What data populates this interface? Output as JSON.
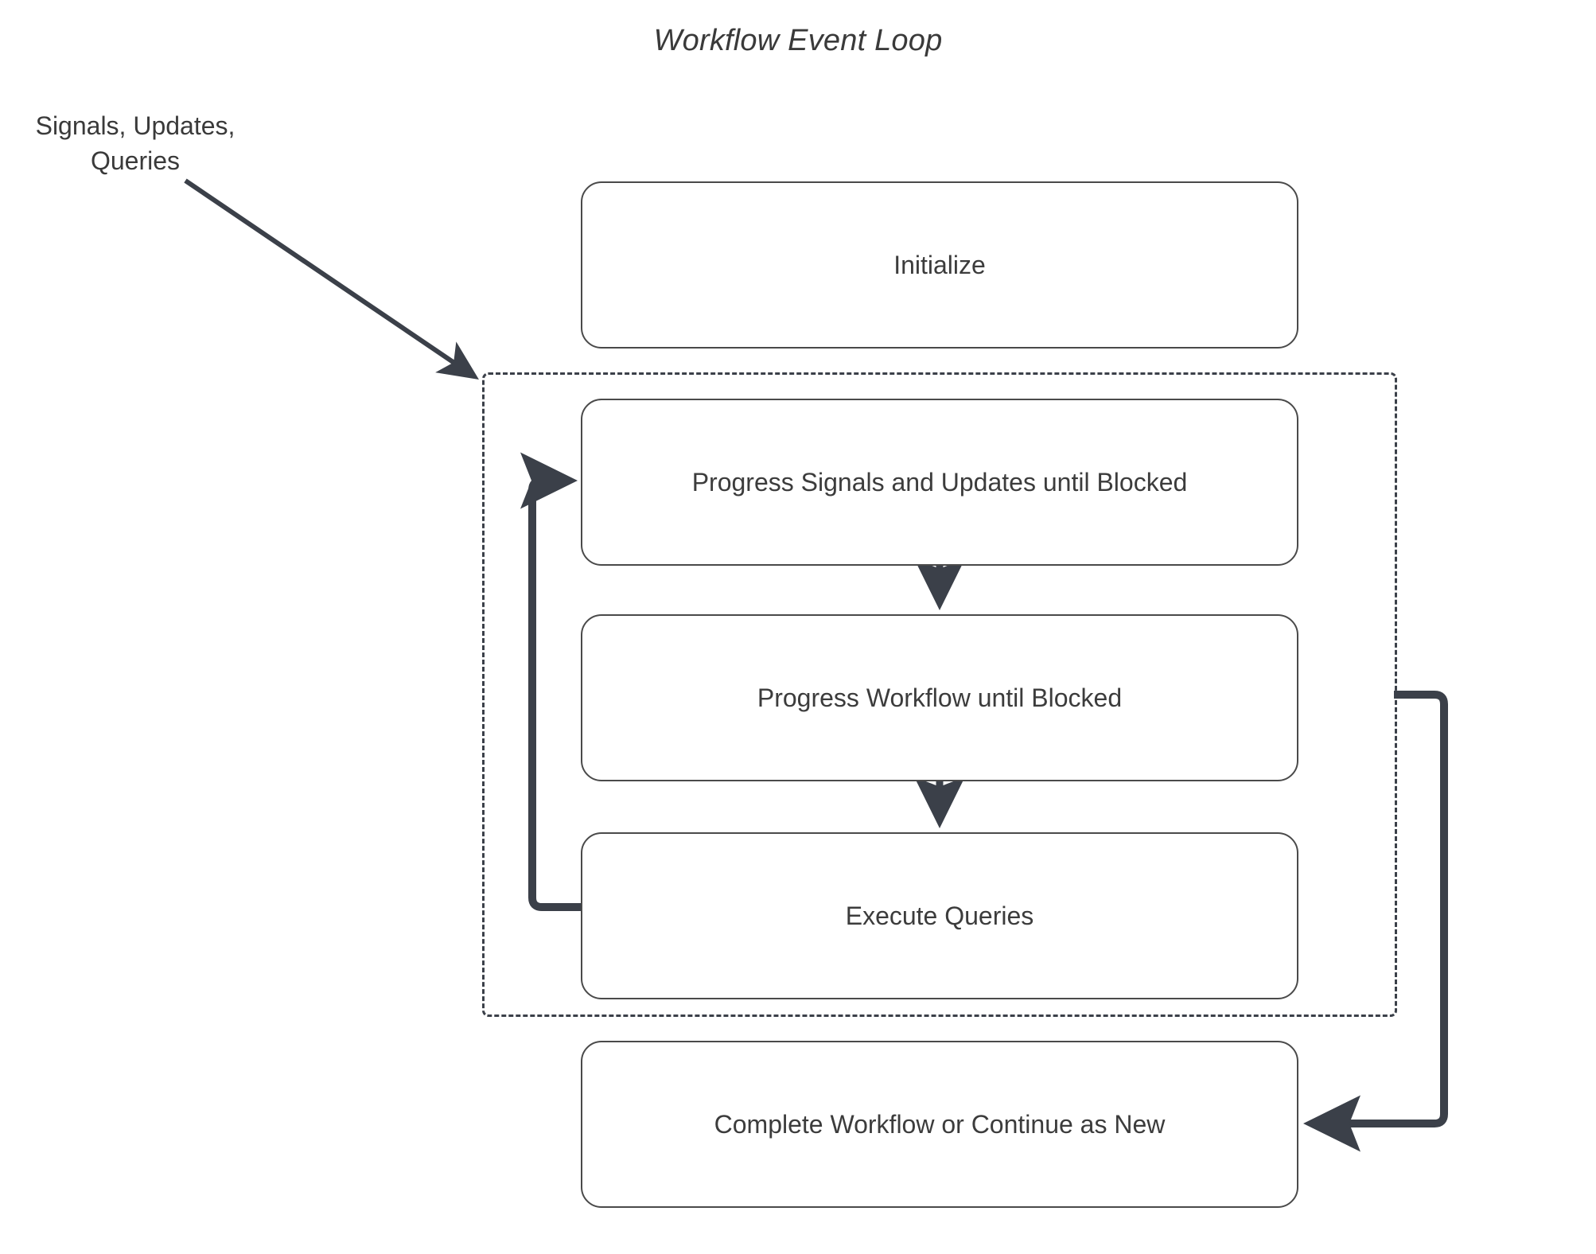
{
  "diagram": {
    "title": "Workflow Event Loop",
    "type": "flowchart",
    "external_input_label": "Signals, Updates,\nQueries",
    "external_input_line1": "Signals, Updates,",
    "external_input_line2": "Queries",
    "colors": {
      "edge": "#3b4049",
      "node_border": "#4a4a4a",
      "node_fill": "#ffffff",
      "text": "#3c3c3c",
      "title_text": "#3a3a3a",
      "loop_border": "#3b4049",
      "background": "#ffffff"
    },
    "nodes": [
      {
        "id": "initialize",
        "label": "Initialize",
        "inside_loop": false
      },
      {
        "id": "progress-signals",
        "label": "Progress Signals and Updates until Blocked",
        "inside_loop": true
      },
      {
        "id": "progress-workflow",
        "label": "Progress Workflow until Blocked",
        "inside_loop": true
      },
      {
        "id": "execute-queries",
        "label": "Execute Queries",
        "inside_loop": true
      },
      {
        "id": "complete-workflow",
        "label": "Complete Workflow or Continue as New",
        "inside_loop": false
      }
    ],
    "loop_group": {
      "id": "event-loop-group",
      "style": "dashed",
      "label": ""
    },
    "edges": [
      {
        "id": "external-input-edge",
        "from": "external-input-label",
        "to": "event-loop-group",
        "style": "solid-arrow-diagonal"
      },
      {
        "id": "signals-to-workflow-edge",
        "from": "progress-signals",
        "to": "progress-workflow",
        "style": "solid-arrow-down"
      },
      {
        "id": "workflow-to-queries-edge",
        "from": "progress-workflow",
        "to": "execute-queries",
        "style": "solid-arrow-down"
      },
      {
        "id": "queries-loopback-edge",
        "from": "execute-queries",
        "to": "progress-signals",
        "style": "orthogonal-arrow-left-up"
      },
      {
        "id": "loop-exit-edge",
        "from": "event-loop-group",
        "to": "complete-workflow",
        "style": "orthogonal-arrow-right-down"
      }
    ]
  }
}
